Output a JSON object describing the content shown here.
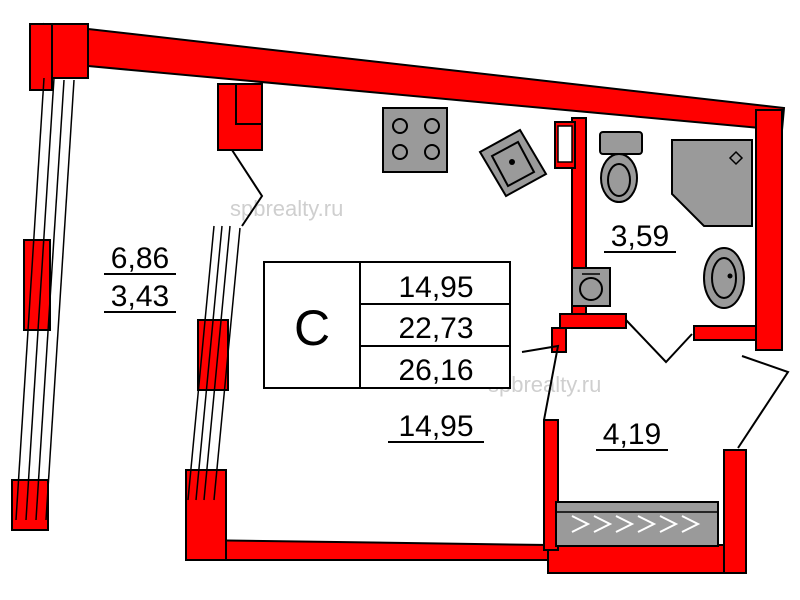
{
  "watermark": "spbrealty.ru",
  "apartment": {
    "type_letter": "С",
    "areas": [
      "14,95",
      "22,73",
      "26,16"
    ]
  },
  "rooms": {
    "balcony": {
      "area_full": "6,86",
      "area_reduced": "3,43"
    },
    "living": {
      "area": "14,95"
    },
    "bathroom": {
      "area": "3,59"
    },
    "hallway": {
      "area": "4,19"
    }
  },
  "colors": {
    "walls": "#ff0000",
    "fixtures": "#9a9a9a"
  }
}
